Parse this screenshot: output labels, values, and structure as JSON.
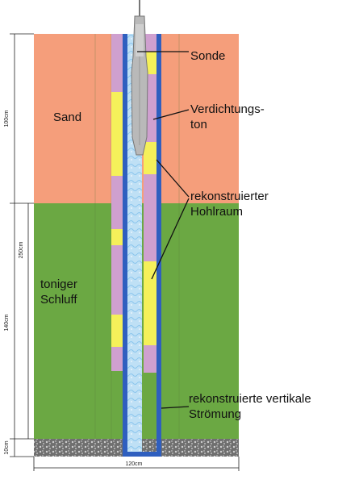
{
  "labels": {
    "sonde": "Sonde",
    "verdichtung_1": "Verdichtungs-",
    "verdichtung_2": "ton",
    "hohlraum_1": "rekonstruierter",
    "hohlraum_2": "Hohlraum",
    "sand": "Sand",
    "schluff_1": "toniger",
    "schluff_2": "Schluff",
    "stroemung_1": "rekonstruierte vertikale",
    "stroemung_2": "Strömung"
  },
  "dimensions": {
    "d100": "100cm",
    "d250": "250cm",
    "d140": "140cm",
    "d10": "10cm",
    "d120": "120cm"
  },
  "colors": {
    "sand": "#F59E7B",
    "silt": "#6BA843",
    "gravel": "#7A7A7A",
    "clay_seal": "#CFA0CF",
    "cavity": "#F5F05A",
    "casing": "#2F5FBF",
    "water": "#BFE0F5"
  }
}
